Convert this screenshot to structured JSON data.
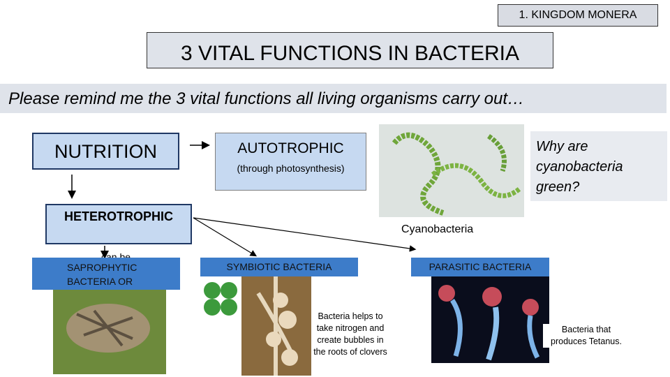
{
  "header": {
    "section_tag": "1. KINGDOM MONERA",
    "title": "3 VITAL FUNCTIONS IN BACTERIA"
  },
  "prompt_banner": "Please remind me the 3 vital functions all living organisms carry out…",
  "diagram": {
    "nutrition": "NUTRITION",
    "autotrophic": "AUTOTROPHIC",
    "autotrophic_note": "(through photosynthesis)",
    "heterotrophic": "HETEROTROPHIC",
    "can_be": "can be",
    "saprophytic": "SAPROPHYTIC BACTERIA OR",
    "symbiotic": "SYMBIOTIC BACTERIA",
    "parasitic": "PARASITIC BACTERIA"
  },
  "callouts": {
    "question": "Why are cyanobacteria green?",
    "cyanobacteria_caption": "Cyanobacteria",
    "symbiotic_caption": "Bacteria helps to take nitrogen and create bubbles in the roots of clovers",
    "parasitic_caption": "Bacteria that produces Tetanus."
  },
  "colors": {
    "box_fill": "#c6d9f1",
    "label_blue": "#3d7cc9",
    "banner_gray": "#dfe3ea"
  }
}
